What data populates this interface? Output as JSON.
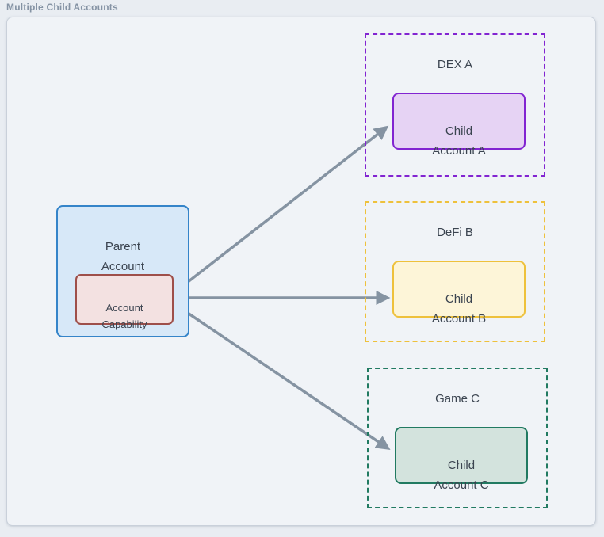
{
  "diagram": {
    "title": "Multiple Child Accounts",
    "parent": {
      "label": "Parent\nAccount",
      "capability": "Account\nCapability"
    },
    "groups": [
      {
        "label": "DEX A",
        "child": "Child\nAccount A"
      },
      {
        "label": "DeFi B",
        "child": "Child\nAccount B"
      },
      {
        "label": "Game C",
        "child": "Child\nAccount C"
      }
    ],
    "colors": {
      "page_bg": "#e9edf2",
      "canvas_bg": "#f0f3f7",
      "canvas_border": "#c9d0da",
      "title_text": "#8593a4",
      "node_text": "#3b4450",
      "arrow": "#8593a2",
      "parent_fill": "#d7e8f8",
      "parent_border": "#3584c9",
      "capability_fill": "#f3e1e1",
      "capability_border": "#9e4f4a",
      "dex_accent": "#8224d1",
      "dex_fill": "#e6d3f4",
      "defi_accent": "#eec13c",
      "defi_fill": "#fdf5d8",
      "game_accent": "#217a61",
      "game_fill": "#d3e3dd"
    }
  }
}
